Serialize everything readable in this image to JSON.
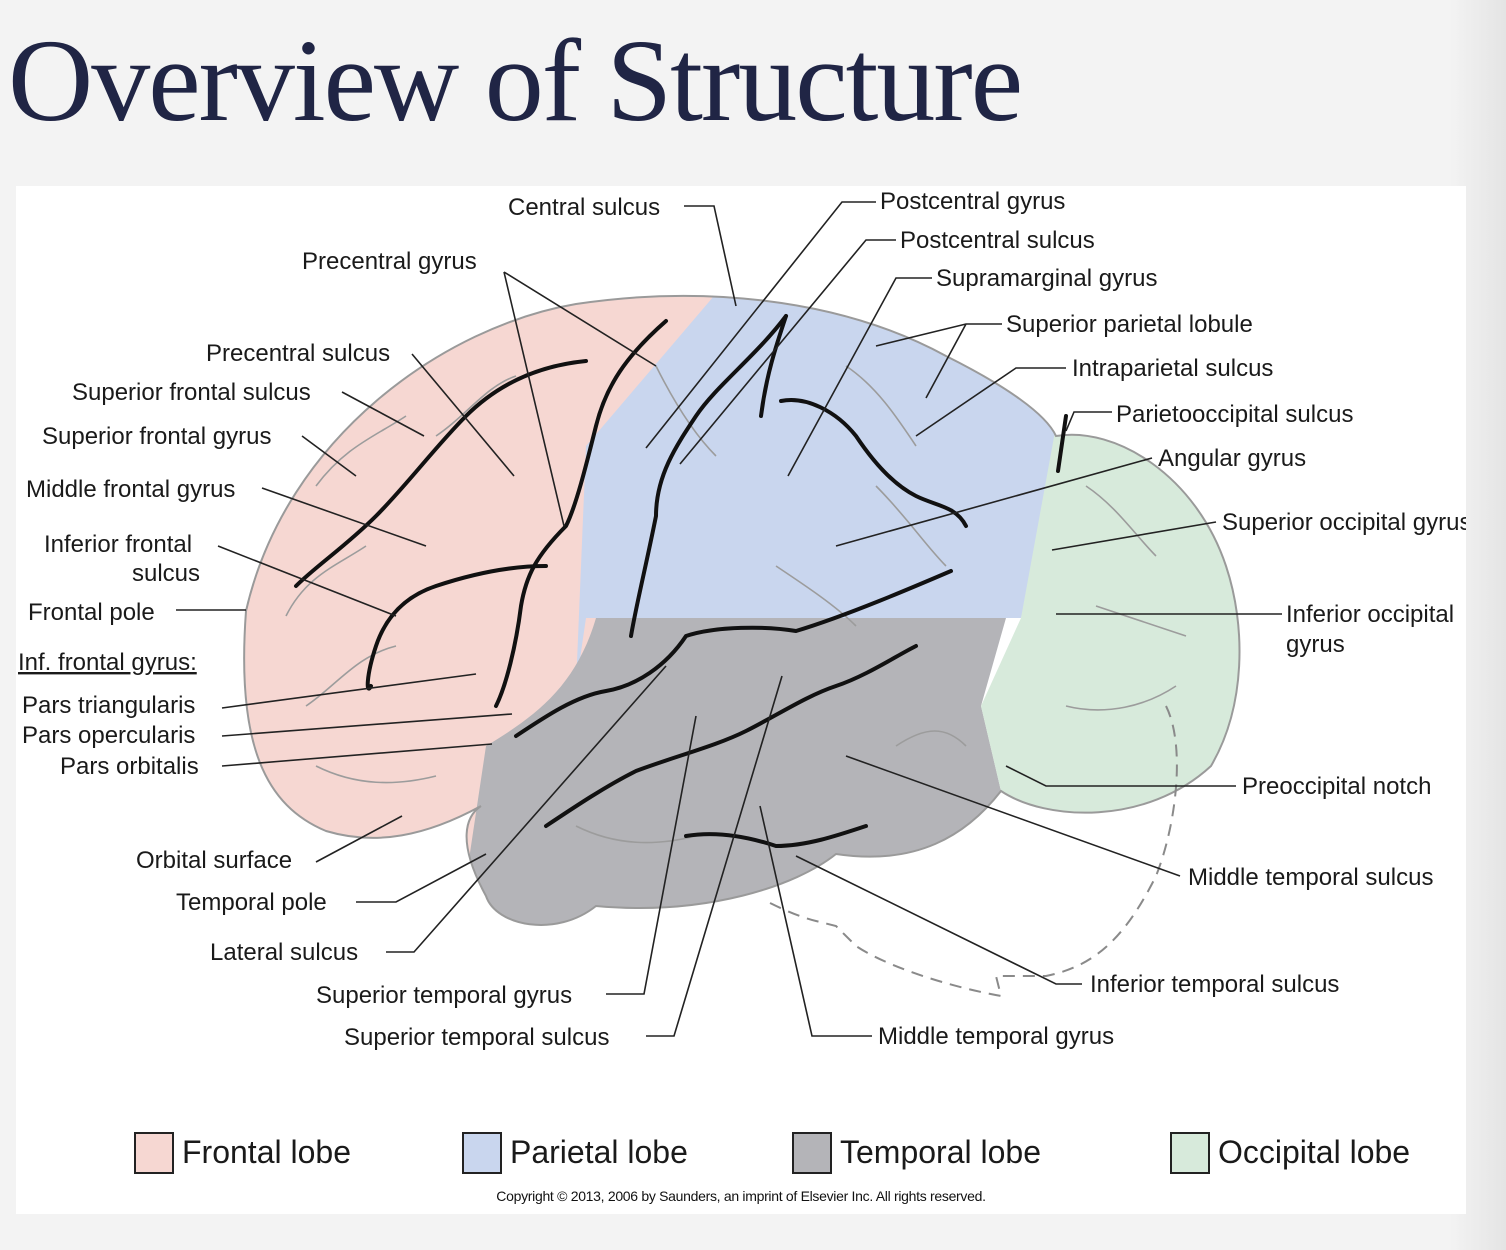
{
  "slide": {
    "title": "Overview of Structure"
  },
  "colors": {
    "frontal": "#f6d7d2",
    "parietal": "#c9d6ee",
    "temporal": "#b4b4b8",
    "occipital": "#d7eadb",
    "title": "#202545",
    "sulcus": "#111111"
  },
  "labels": {
    "central_sulcus": "Central sulcus",
    "precentral_gyrus": "Precentral gyrus",
    "precentral_sulcus": "Precentral sulcus",
    "superior_frontal_sulcus": "Superior frontal sulcus",
    "superior_frontal_gyrus": "Superior frontal gyrus",
    "middle_frontal_gyrus": "Middle frontal gyrus",
    "inferior_frontal_sulcus_1": "Inferior frontal",
    "inferior_frontal_sulcus_2": "sulcus",
    "frontal_pole": "Frontal pole",
    "inf_frontal_gyrus": "Inf. frontal gyrus:",
    "pars_triangularis": "Pars triangularis",
    "pars_opercularis": "Pars opercularis",
    "pars_orbitalis": "Pars orbitalis",
    "orbital_surface": "Orbital surface",
    "temporal_pole": "Temporal pole",
    "lateral_sulcus": "Lateral sulcus",
    "superior_temporal_gyrus": "Superior temporal gyrus",
    "superior_temporal_sulcus": "Superior temporal sulcus",
    "middle_temporal_gyrus": "Middle temporal gyrus",
    "inferior_temporal_sulcus": "Inferior temporal sulcus",
    "middle_temporal_sulcus": "Middle temporal sulcus",
    "preoccipital_notch": "Preoccipital notch",
    "inferior_occipital_gyrus_1": "Inferior occipital",
    "inferior_occipital_gyrus_2": "gyrus",
    "superior_occipital_gyrus": "Superior occipital gyrus",
    "angular_gyrus": "Angular gyrus",
    "parietooccipital_sulcus": "Parietooccipital sulcus",
    "intraparietal_sulcus": "Intraparietal sulcus",
    "superior_parietal_lobule": "Superior parietal lobule",
    "supramarginal_gyrus": "Supramarginal gyrus",
    "postcentral_sulcus": "Postcentral sulcus",
    "postcentral_gyrus": "Postcentral gyrus"
  },
  "legend": [
    {
      "label": "Frontal lobe",
      "color": "#f6d7d2"
    },
    {
      "label": "Parietal lobe",
      "color": "#c9d6ee"
    },
    {
      "label": "Temporal lobe",
      "color": "#b4b4b8"
    },
    {
      "label": "Occipital lobe",
      "color": "#d7eadb"
    }
  ],
  "copyright": "Copyright © 2013, 2006 by Saunders, an imprint of Elsevier Inc. All rights reserved."
}
